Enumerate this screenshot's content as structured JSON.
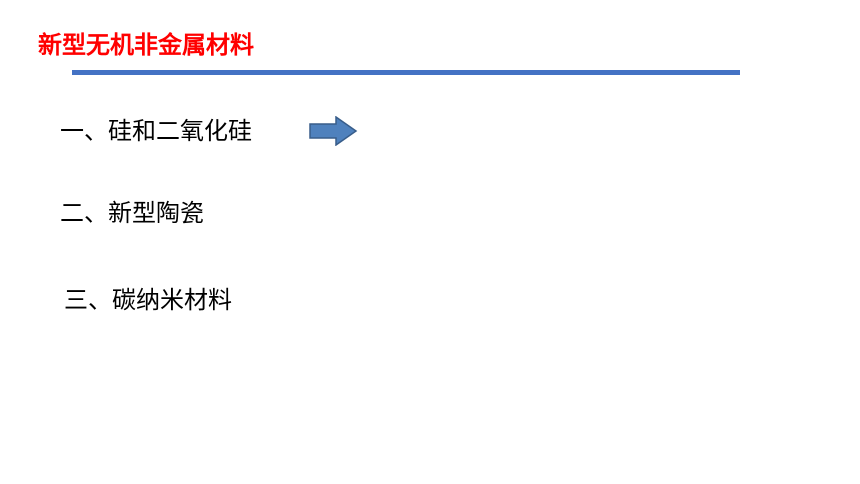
{
  "slide": {
    "title": "新型无机非金属材料",
    "title_color": "#ff0000",
    "rule_color": "#4472c4",
    "items": [
      {
        "label": "一、硅和二氧化硅"
      },
      {
        "label": "二、新型陶瓷"
      },
      {
        "label": "三、碳纳米材料"
      }
    ],
    "arrow": {
      "icon": "right-arrow-icon",
      "fill": "#4f81bd",
      "stroke": "#385d8a"
    }
  }
}
